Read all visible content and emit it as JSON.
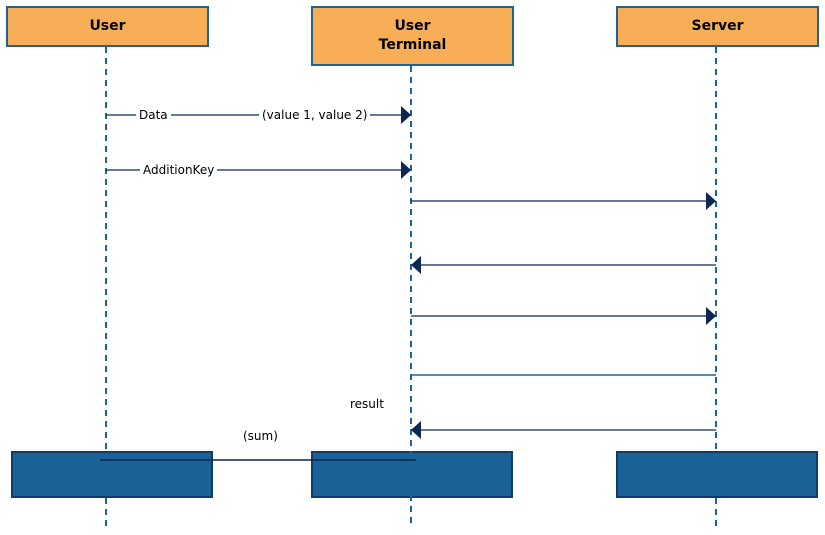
{
  "participants": [
    {
      "id": "user",
      "label": "User"
    },
    {
      "id": "terminal",
      "label": "User\nTerminal"
    },
    {
      "id": "server",
      "label": "Server"
    }
  ],
  "messages": [
    {
      "from": "user",
      "to": "terminal",
      "labels": [
        "Data",
        "(value 1, value 2)"
      ]
    },
    {
      "from": "user",
      "to": "terminal",
      "labels": [
        "AdditionKey"
      ]
    },
    {
      "from": "terminal",
      "to": "server",
      "labels": []
    },
    {
      "from": "server",
      "to": "terminal",
      "labels": []
    },
    {
      "from": "terminal",
      "to": "server",
      "labels": []
    },
    {
      "from": "terminal",
      "to": "server",
      "labels": [],
      "open": true
    },
    {
      "from": "server",
      "to": "terminal",
      "labels": [
        "result"
      ]
    },
    {
      "from": "terminal",
      "to": "user",
      "labels": [
        "(sum)"
      ]
    }
  ],
  "colors": {
    "actor_fill": "#f7ae57",
    "actor_border": "#1e6394",
    "lifeline": "#1e6394",
    "arrow": "#0d2652",
    "footer_fill": "#1a6197"
  }
}
